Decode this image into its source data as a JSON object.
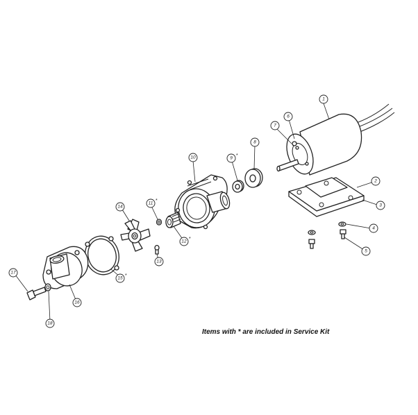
{
  "note": "Items with * are included in Service Kit",
  "callouts": [
    {
      "id": "c1",
      "label": "1",
      "star": ""
    },
    {
      "id": "c2",
      "label": "2",
      "star": ""
    },
    {
      "id": "c3",
      "label": "3",
      "star": ""
    },
    {
      "id": "c4",
      "label": "4",
      "star": ""
    },
    {
      "id": "c5",
      "label": "5",
      "star": ""
    },
    {
      "id": "c6",
      "label": "6",
      "star": ""
    },
    {
      "id": "c7",
      "label": "7",
      "star": ""
    },
    {
      "id": "c8",
      "label": "8",
      "star": ""
    },
    {
      "id": "c9",
      "label": "9",
      "star": "*"
    },
    {
      "id": "c10",
      "label": "10",
      "star": ""
    },
    {
      "id": "c11",
      "label": "11",
      "star": "*"
    },
    {
      "id": "c12",
      "label": "12",
      "star": "*"
    },
    {
      "id": "c13",
      "label": "13",
      "star": ""
    },
    {
      "id": "c14",
      "label": "14",
      "star": ""
    },
    {
      "id": "c15",
      "label": "15",
      "star": "*"
    },
    {
      "id": "c16",
      "label": "16",
      "star": ""
    },
    {
      "id": "c17",
      "label": "17",
      "star": ""
    },
    {
      "id": "c18",
      "label": "18",
      "star": ""
    }
  ]
}
